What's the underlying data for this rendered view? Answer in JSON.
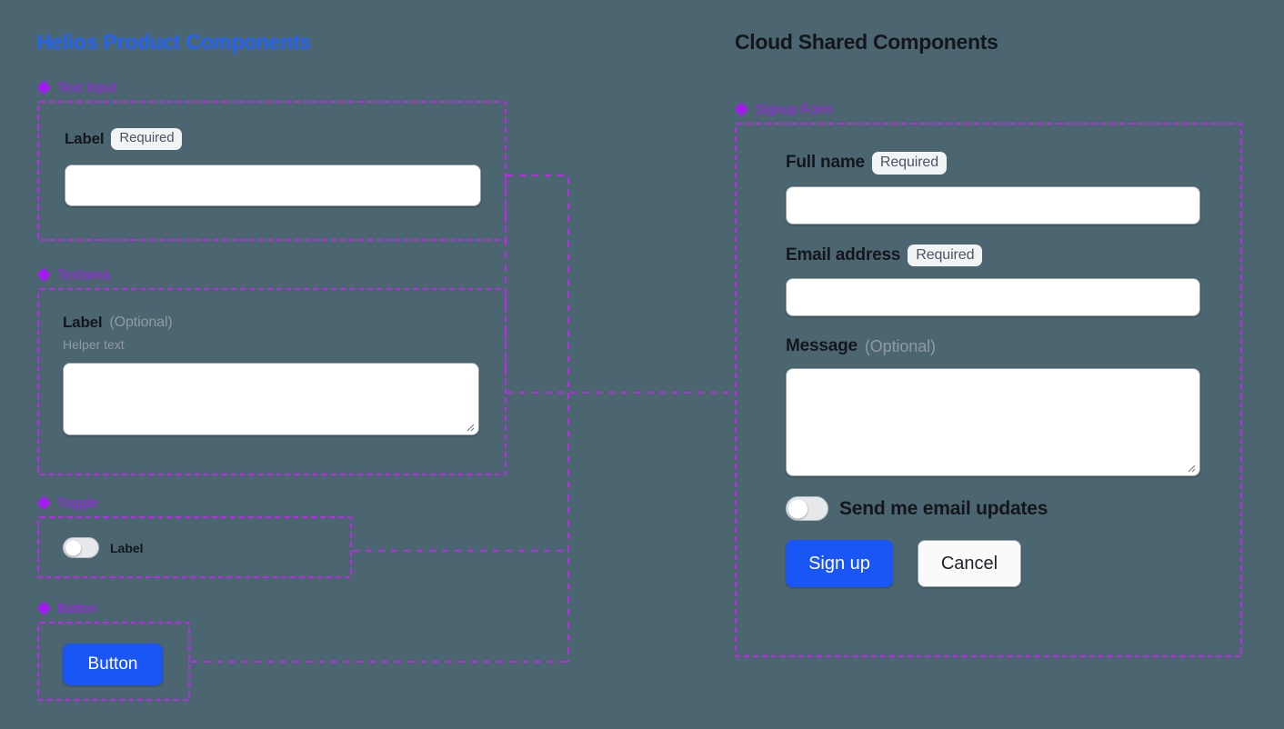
{
  "theme": {
    "background": "#4b6670",
    "accent_blue": "#2563f5",
    "accent_purple": "#c026f0",
    "label_purple": "#a21cf0",
    "title_dark": "#14161c",
    "badge_bg": "#f2f3f5",
    "field_bg": "#ffffff",
    "button_primary": "#1a56f5"
  },
  "left_panel": {
    "title": "Helios Product Components",
    "components": [
      {
        "icon": "components-diamond-icon",
        "name": "Text Input",
        "field": {
          "label": "Label",
          "badge": "Required"
        }
      },
      {
        "icon": "components-diamond-icon",
        "name": "Textarea",
        "field": {
          "label": "Label",
          "optional": "(Optional)",
          "helper": "Helper text"
        }
      },
      {
        "icon": "components-diamond-icon",
        "name": "Toggle",
        "field": {
          "label": "Label",
          "state": "off"
        }
      },
      {
        "icon": "components-diamond-icon",
        "name": "Button",
        "field": {
          "label": "Button"
        }
      }
    ]
  },
  "right_panel": {
    "title": "Cloud Shared Components",
    "component": {
      "icon": "components-diamond-icon",
      "name": "Signup Form"
    },
    "form": {
      "fields": [
        {
          "label": "Full name",
          "badge": "Required",
          "type": "text"
        },
        {
          "label": "Email address",
          "badge": "Required",
          "type": "text"
        },
        {
          "label": "Message",
          "optional": "(Optional)",
          "type": "textarea"
        }
      ],
      "toggle": {
        "label": "Send me email updates",
        "state": "off"
      },
      "actions": {
        "submit": "Sign up",
        "cancel": "Cancel"
      }
    }
  }
}
